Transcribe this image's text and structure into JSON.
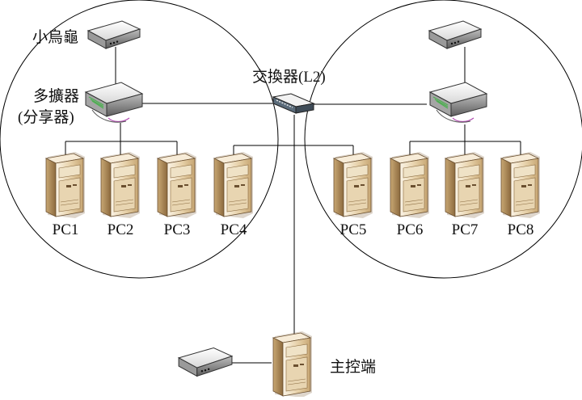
{
  "labels": {
    "modem": "小烏龜",
    "hub_line1": "多擴器",
    "hub_line2": "(分享器)",
    "switch": "交換器(L2)",
    "controller": "主控端"
  },
  "pcs": [
    "PC1",
    "PC2",
    "PC3",
    "PC4",
    "PC5",
    "PC6",
    "PC7",
    "PC8"
  ],
  "icons": {
    "modem": "modem-icon",
    "router": "router-icon",
    "switch": "switch-icon",
    "server": "server-tower-icon"
  },
  "colors": {
    "line": "#000000",
    "tower_light": "#f3e6cf",
    "tower_mid": "#dcc39a",
    "tower_dark": "#b08e5c",
    "device_light": "#f4f4f4",
    "device_dark": "#6d6d6d",
    "router_port_green": "#4caf50",
    "router_port_purple": "#b04ab0"
  }
}
